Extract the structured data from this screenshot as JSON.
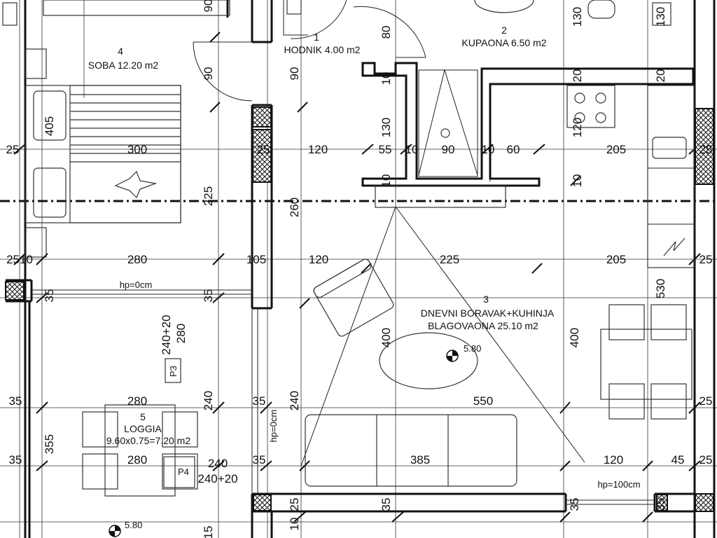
{
  "rooms": {
    "r1": {
      "number": "1",
      "name": "HODNIK 4.00 m2"
    },
    "r2": {
      "number": "2",
      "name": "KUPAONA 6.50 m2"
    },
    "r3": {
      "number": "3",
      "name_line1": "DNEVNI BORAVAK+KUHINJA",
      "name_line2": "BLAGOVAONA 25.10 m2"
    },
    "r4": {
      "number": "4",
      "name": "SOBA 12.20 m2"
    },
    "r5": {
      "number": "5",
      "name_line1": "LOGGIA",
      "name_line2": "9.60x0.75=7.20 m2"
    }
  },
  "levels": {
    "living": "5.80",
    "loggia": "5.80"
  },
  "sill_heights": {
    "a": "hp=0cm",
    "b": "hp=0cm",
    "c": "hp=100cm"
  },
  "door_labels": {
    "p3": "P3",
    "p4": "P4"
  },
  "dims": {
    "d1": "90",
    "d2": "90",
    "d3": "90",
    "d4": "80",
    "d5": "130",
    "d6": "130",
    "d7": "20",
    "d8": "20",
    "d9": "10",
    "d10": "130",
    "d11": "120",
    "d12": "10",
    "d13": "10",
    "d14": "25",
    "d15": "405",
    "d16": "300",
    "d17": "25",
    "d18": "120",
    "d19": "55",
    "d20": "10",
    "d21": "90",
    "d22": "10",
    "d23": "60",
    "d24": "205",
    "d25": "25",
    "d26": "225",
    "d27": "260",
    "d28": "2510",
    "d29": "280",
    "d30": "105",
    "d31": "120",
    "d32": "225",
    "d33": "205",
    "d34": "25",
    "d35": "35",
    "d36": "35",
    "d37": "530",
    "d38": "240+20",
    "d39": "280",
    "d40": "400",
    "d41": "400",
    "d42": "35",
    "d43": "280",
    "d44": "240",
    "d45": "35",
    "d46": "240",
    "d47": "550",
    "d48": "25",
    "d49": "355",
    "d50": "35",
    "d51": "280",
    "d52": "240",
    "d53": "240+20",
    "d54": "35",
    "d55": "385",
    "d56": "120",
    "d57": "45",
    "d58": "25",
    "d59": "10",
    "d60": "25",
    "d61": "35",
    "d62": "35",
    "d63": "35",
    "d64": "15"
  }
}
